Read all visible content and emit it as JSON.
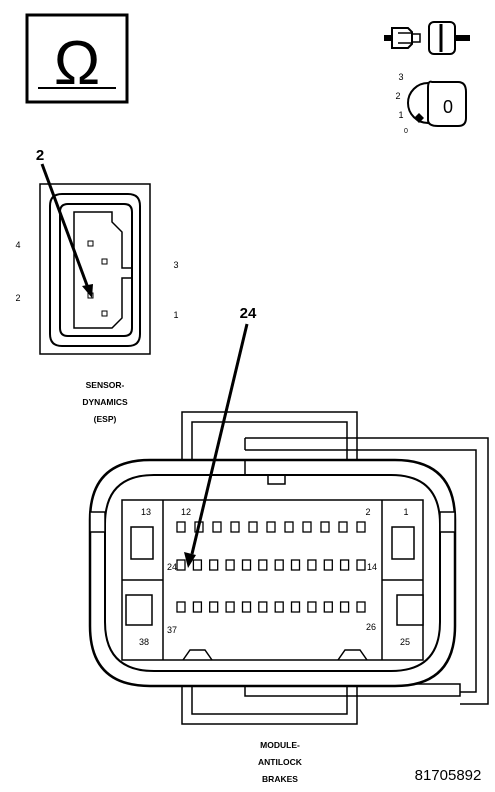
{
  "ohm_symbol": "Ω",
  "ignition": {
    "positions": [
      "3",
      "2",
      "1",
      "0"
    ],
    "key_label": "0"
  },
  "sensor_connector": {
    "callout": "2",
    "pin_labels": [
      "4",
      "2",
      "3",
      "1"
    ],
    "caption": [
      "SENSOR-",
      "DYNAMICS",
      "(ESP)"
    ]
  },
  "abs_connector": {
    "callout": "24",
    "pin_labels": [
      "13",
      "12",
      "2",
      "1",
      "24",
      "14",
      "38",
      "37",
      "26",
      "25"
    ],
    "caption": [
      "MODULE-",
      "ANTILOCK",
      "BRAKES"
    ]
  },
  "figure_number": "81705892",
  "colors": {
    "ink": "#000000",
    "paper": "#ffffff"
  }
}
